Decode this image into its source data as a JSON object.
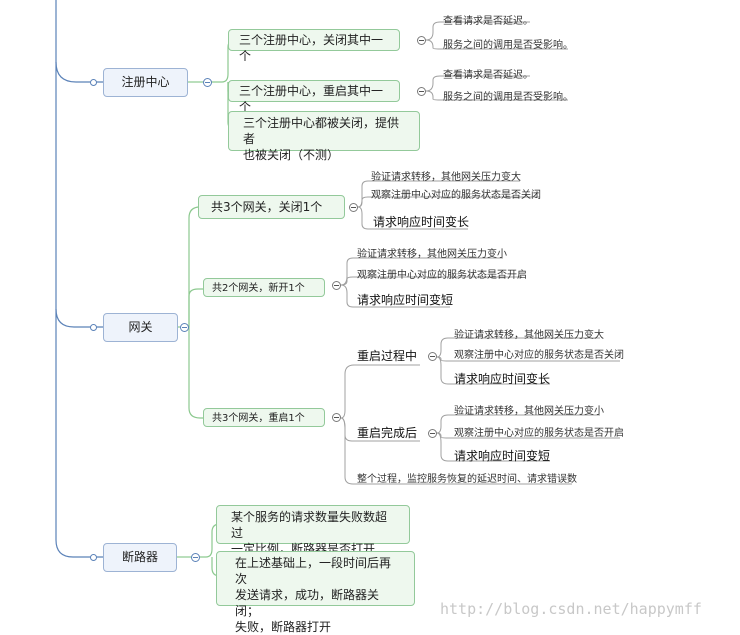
{
  "sections": [
    {
      "label": "注册中心",
      "branches": [
        {
          "label": "三个注册中心，关闭其中一个",
          "leaves": [
            "查看请求是否延迟。",
            "服务之间的调用是否受影响。"
          ]
        },
        {
          "label": "三个注册中心，重启其中一个",
          "leaves": [
            "查看请求是否延迟。",
            "服务之间的调用是否受影响。"
          ]
        },
        {
          "label_lines": [
            "三个注册中心都被关闭，提供者",
            "也被关闭（不测）"
          ]
        }
      ]
    },
    {
      "label": "网关",
      "branches": [
        {
          "label": "共3个网关，关闭1个",
          "leaves": [
            "验证请求转移，其他网关压力变大",
            "观察注册中心对应的服务状态是否关闭",
            "请求响应时间变长"
          ]
        },
        {
          "label": "共2个网关，新开1个",
          "leaves": [
            "验证请求转移，其他网关压力变小",
            "观察注册中心对应的服务状态是否开启",
            "请求响应时间变短"
          ]
        },
        {
          "label": "共3个网关，重启1个",
          "sub": [
            {
              "label": "重启过程中",
              "leaves": [
                "验证请求转移，其他网关压力变大",
                "观察注册中心对应的服务状态是否关闭",
                "请求响应时间变长"
              ]
            },
            {
              "label": "重启完成后",
              "leaves": [
                "验证请求转移，其他网关压力变小",
                "观察注册中心对应的服务状态是否开启",
                "请求响应时间变短"
              ]
            }
          ],
          "note": "整个过程，监控服务恢复的延迟时间、请求错误数"
        }
      ]
    },
    {
      "label": "断路器",
      "branches": [
        {
          "label_lines": [
            "某个服务的请求数量失败数超过",
            "一定比例，断路器是否打开"
          ]
        },
        {
          "label_lines": [
            "在上述基础上，一段时间后再次",
            "发送请求，成功，断路器关闭；",
            "失败，断路器打开"
          ]
        }
      ]
    }
  ],
  "watermark": "http://blog.csdn.net/happymff",
  "colors": {
    "trunk": "#5b82b8",
    "branch": "#8cc98f",
    "leaf": "#9a9a9a"
  }
}
